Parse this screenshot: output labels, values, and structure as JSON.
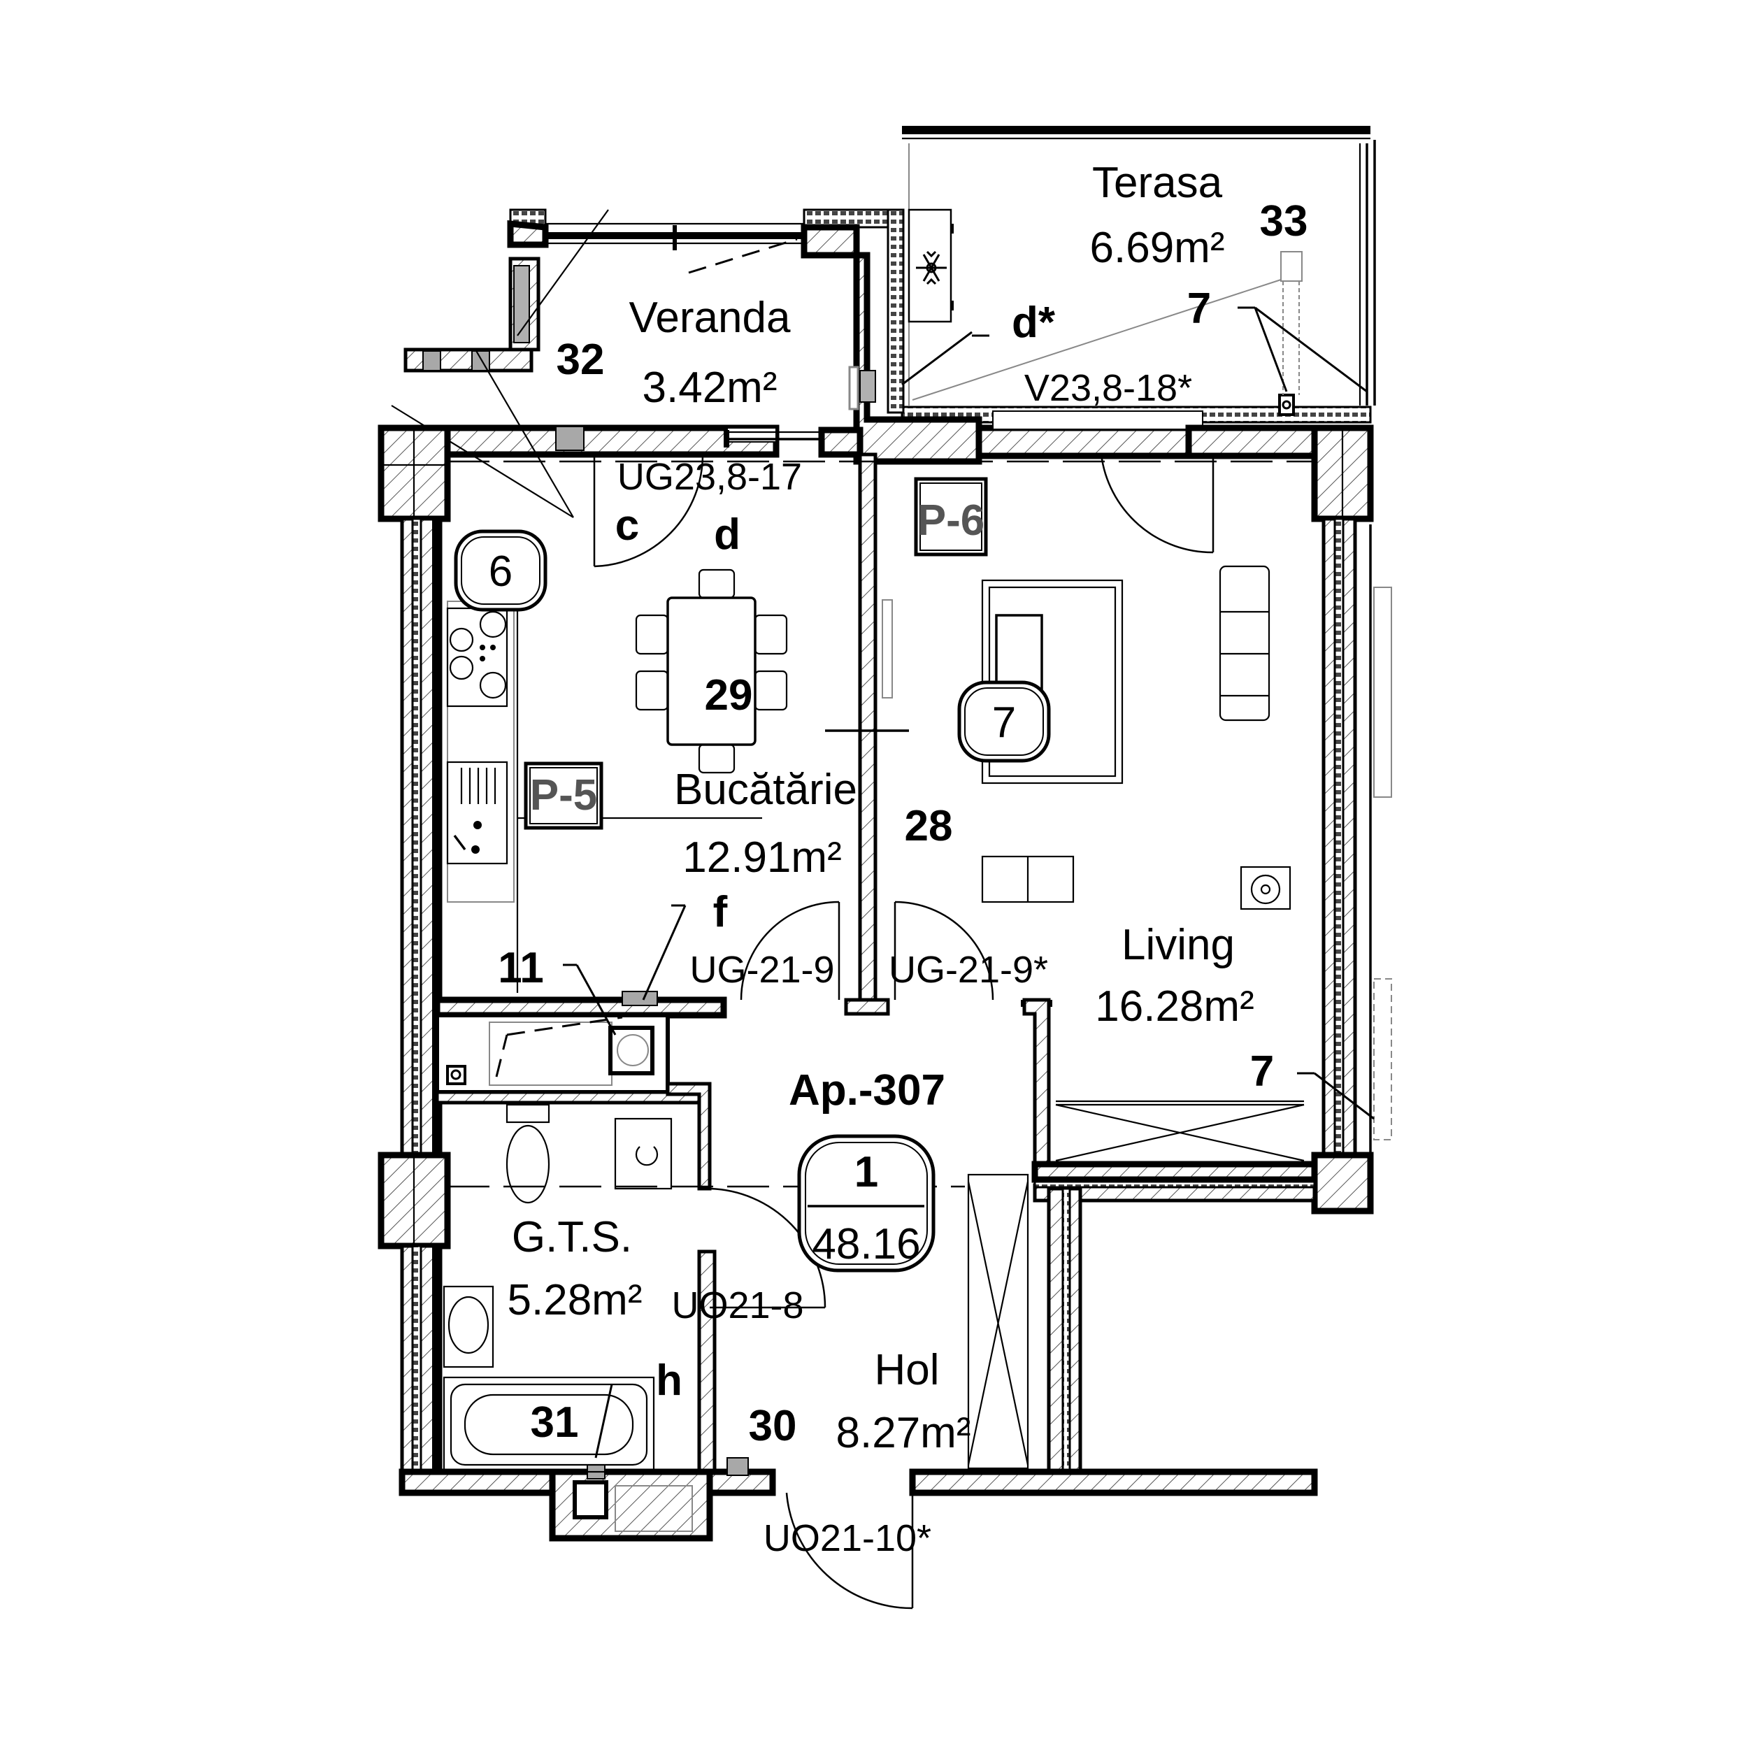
{
  "plan": {
    "apartment_label": "Ap.-307",
    "apartment_badge": {
      "number": "1",
      "area": "48.16"
    }
  },
  "rooms": {
    "terasa": {
      "name": "Terasa",
      "area": "6.69m²",
      "number": "33"
    },
    "veranda": {
      "name": "Veranda",
      "area": "3.42m²",
      "number": "32"
    },
    "bucatarie": {
      "name": "Bucătărie",
      "area": "12.91m²",
      "number": "29"
    },
    "living": {
      "name": "Living",
      "area": "16.28m²",
      "number": "28"
    },
    "gts": {
      "name": "G.T.S.",
      "area": "5.28m²",
      "number": "31"
    },
    "hol": {
      "name": "Hol",
      "area": "8.27m²",
      "number": "30"
    }
  },
  "tags": {
    "p5": "P-5",
    "p6": "P-6",
    "circle6": "6",
    "circle7": "7"
  },
  "openings": {
    "ug23_8_17": "UG23,8-17",
    "v23_8_18": "V23,8-18*",
    "ug21_9": "UG-21-9",
    "ug21_9_star": "UG-21-9*",
    "uo21_8": "UO21-8",
    "uo21_10_star": "UO21-10*"
  },
  "callouts": {
    "c": "c",
    "d": "d",
    "d_star": "d*",
    "f": "f",
    "h": "h",
    "n11": "11",
    "n7_terrace": "7",
    "n7_living": "7"
  },
  "icons": {
    "ac_unit": "snowflake-icon"
  },
  "colors": {
    "line": "#000000",
    "tag_text": "#555555",
    "fill_gray": "#a8a8a8",
    "background": "#ffffff"
  }
}
